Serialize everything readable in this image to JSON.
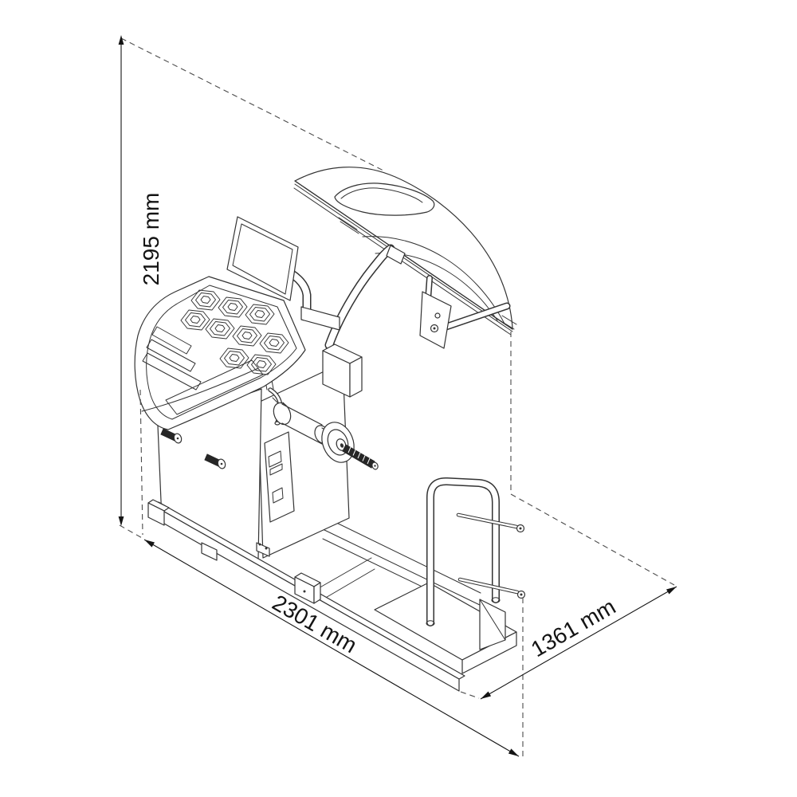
{
  "drawing": {
    "kind": "isometric technical dimension drawing",
    "dimensions": {
      "height": {
        "label": "2195 mm"
      },
      "width": {
        "label": "2301 mm"
      },
      "depth": {
        "label": "1361 mm"
      }
    },
    "colors": {
      "background": "#ffffff",
      "outline": "#333333",
      "dimension": "#141414",
      "extension_dashed": "#4a4a4a",
      "threaded_rod_fill": "#262626"
    }
  }
}
